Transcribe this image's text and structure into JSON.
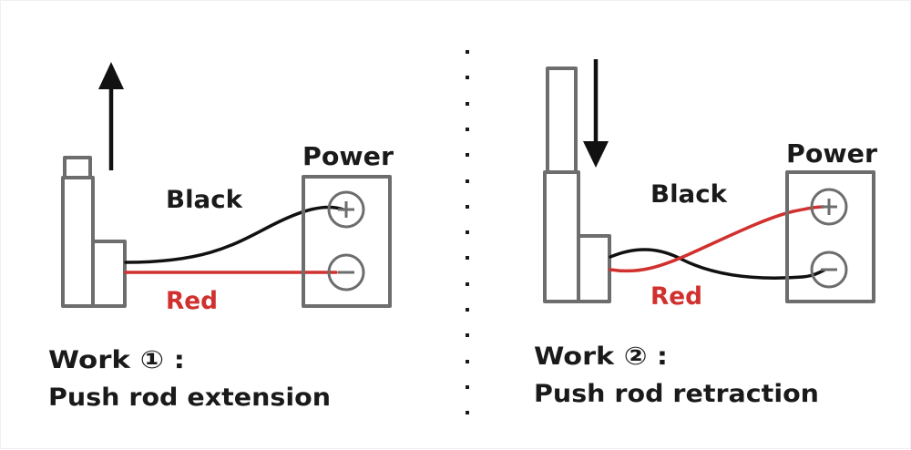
{
  "colors": {
    "outline": "#6d6d6d",
    "black_wire": "#111111",
    "red_wire": "#d0312e",
    "text": "#1a1a1a",
    "red_text": "#d0312e"
  },
  "panels": [
    {
      "id": "extension",
      "direction": "up",
      "power_label": "Power",
      "black_label": "Black",
      "red_label": "Red",
      "terminal_plus": "+",
      "terminal_minus": "−",
      "wiring": {
        "black_to": "+",
        "red_to": "−"
      },
      "caption_line1": "Work ① :",
      "caption_line2": "Push rod extension"
    },
    {
      "id": "retraction",
      "direction": "down",
      "power_label": "Power",
      "black_label": "Black",
      "red_label": "Red",
      "terminal_plus": "+",
      "terminal_minus": "−",
      "wiring": {
        "black_to": "−",
        "red_to": "+"
      },
      "caption_line1": "Work ② :",
      "caption_line2": "Push rod retraction"
    }
  ]
}
